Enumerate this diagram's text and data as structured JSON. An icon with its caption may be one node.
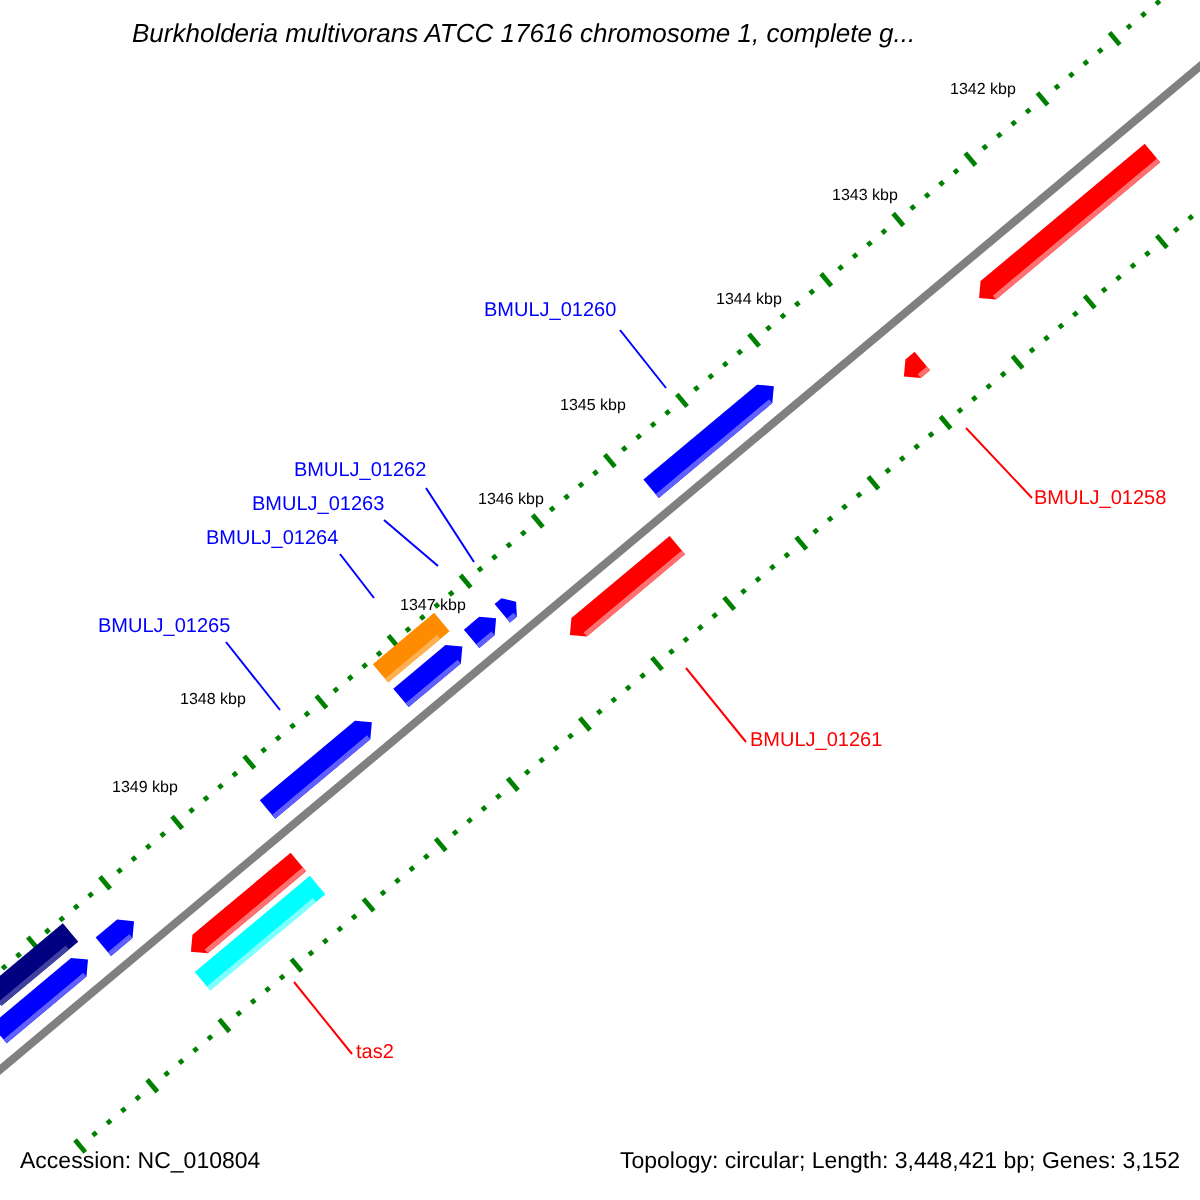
{
  "diagram": {
    "title": "Burkholderia multivorans ATCC 17616 chromosome 1, complete g...",
    "nodes": [
      {
        "text": [
          "BMULJ_01260"
        ]
      },
      {
        "text": [
          "BMULJ_01262"
        ]
      },
      {
        "text": [
          "BMULJ_01263"
        ]
      },
      {
        "text": [
          "BMULJ_01264"
        ]
      },
      {
        "text": [
          "BMULJ_01265"
        ]
      },
      {
        "text": [
          "BMULJ_01258"
        ]
      },
      {
        "text": [
          "BMULJ_01261"
        ]
      },
      {
        "text": [
          "tas2"
        ]
      }
    ],
    "edges": [
      {
        "from": 0,
        "to": null,
        "arrow": "none"
      },
      {
        "from": 1,
        "to": null,
        "arrow": "none"
      },
      {
        "from": 2,
        "to": null,
        "arrow": "none"
      },
      {
        "from": 3,
        "to": null,
        "arrow": "none"
      },
      {
        "from": 4,
        "to": null,
        "arrow": "none"
      },
      {
        "from": 5,
        "to": null,
        "arrow": "none",
        "color": "#ff0000"
      },
      {
        "from": 6,
        "to": null,
        "arrow": "none",
        "color": "#ff0000"
      },
      {
        "from": 7,
        "to": null,
        "arrow": "none",
        "color": "#ff0000"
      }
    ],
    "labels": [
      "1342 kbp",
      "1343 kbp",
      "1344 kbp",
      "1345 kbp",
      "1346 kbp",
      "1347 kbp",
      "1348 kbp",
      "1349 kbp",
      "Accession: NC_010804",
      "Topology: circular; Length: 3,448,421 bp; Genes: 3,152"
    ]
  }
}
